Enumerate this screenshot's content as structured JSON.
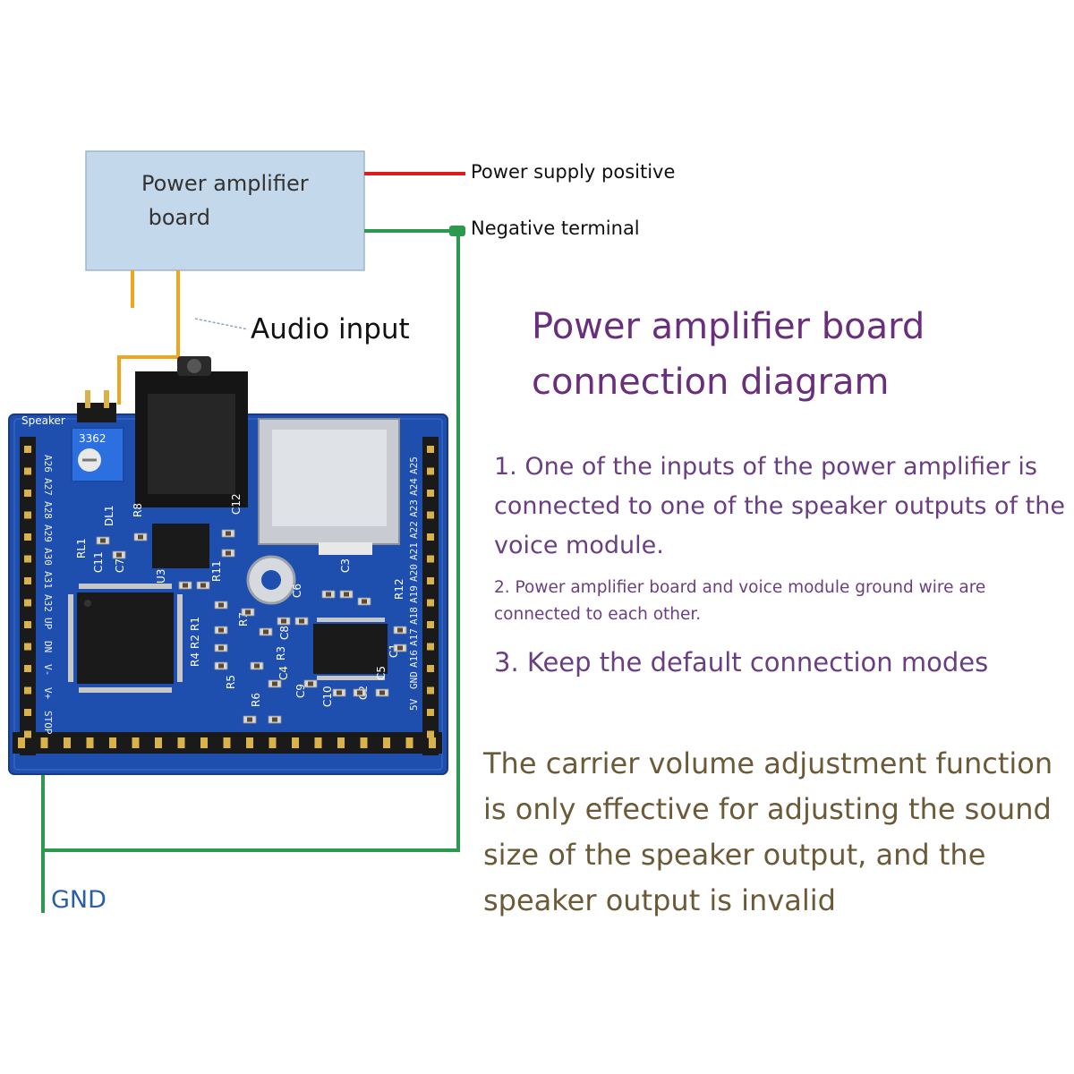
{
  "diagram": {
    "amp_board_label": "Power amplifier\n board",
    "power_positive_label": "Power supply positive",
    "negative_terminal_label": "Negative terminal",
    "audio_input_label": "Audio input",
    "gnd_label": "GND"
  },
  "board": {
    "speaker_label": "Speaker",
    "pot_label": "3362",
    "left_pins": [
      "A26",
      "A27",
      "A28",
      "A29",
      "A30",
      "A31",
      "A32",
      "UP",
      "DN",
      "V-",
      "V+",
      "STOP"
    ],
    "right_pins": [
      "A25",
      "A24",
      "A23",
      "A22",
      "A21",
      "A20",
      "A19",
      "A18",
      "A17",
      "A16",
      "GND",
      "5V"
    ],
    "silk_labels": [
      "R8",
      "C12",
      "DL1",
      "RL1",
      "C11",
      "C7",
      "U3",
      "R11",
      "C6",
      "R12",
      "C3",
      "C1",
      "R7",
      "C8",
      "R4",
      "R2",
      "R1",
      "C4",
      "R3",
      "C9",
      "C10",
      "C2",
      "C5",
      "R6",
      "R5"
    ]
  },
  "text": {
    "title": "Power amplifier board connection diagram",
    "note1": "1. One of the inputs of the power amplifier is connected to one of the speaker outputs of the voice module.",
    "note2": "2. Power amplifier board and voice module ground wire are connected to each other.",
    "note3": "3. Keep the default connection modes",
    "carrier_note": "The carrier volume adjustment function is only effective for adjusting the sound size of the speaker output, and the speaker output is invalid"
  },
  "colors": {
    "amp_fill": "#c3d8ea",
    "pcb_blue": "#1f4fae",
    "wire_red": "#e01b1b",
    "wire_green": "#2b9a4e",
    "wire_orange": "#f2a41c",
    "title_purple": "#6a2f7c",
    "note_purple": "#6a3f82",
    "carrier_brown": "#6b5a38",
    "gnd_blue": "#2a5fa8"
  }
}
